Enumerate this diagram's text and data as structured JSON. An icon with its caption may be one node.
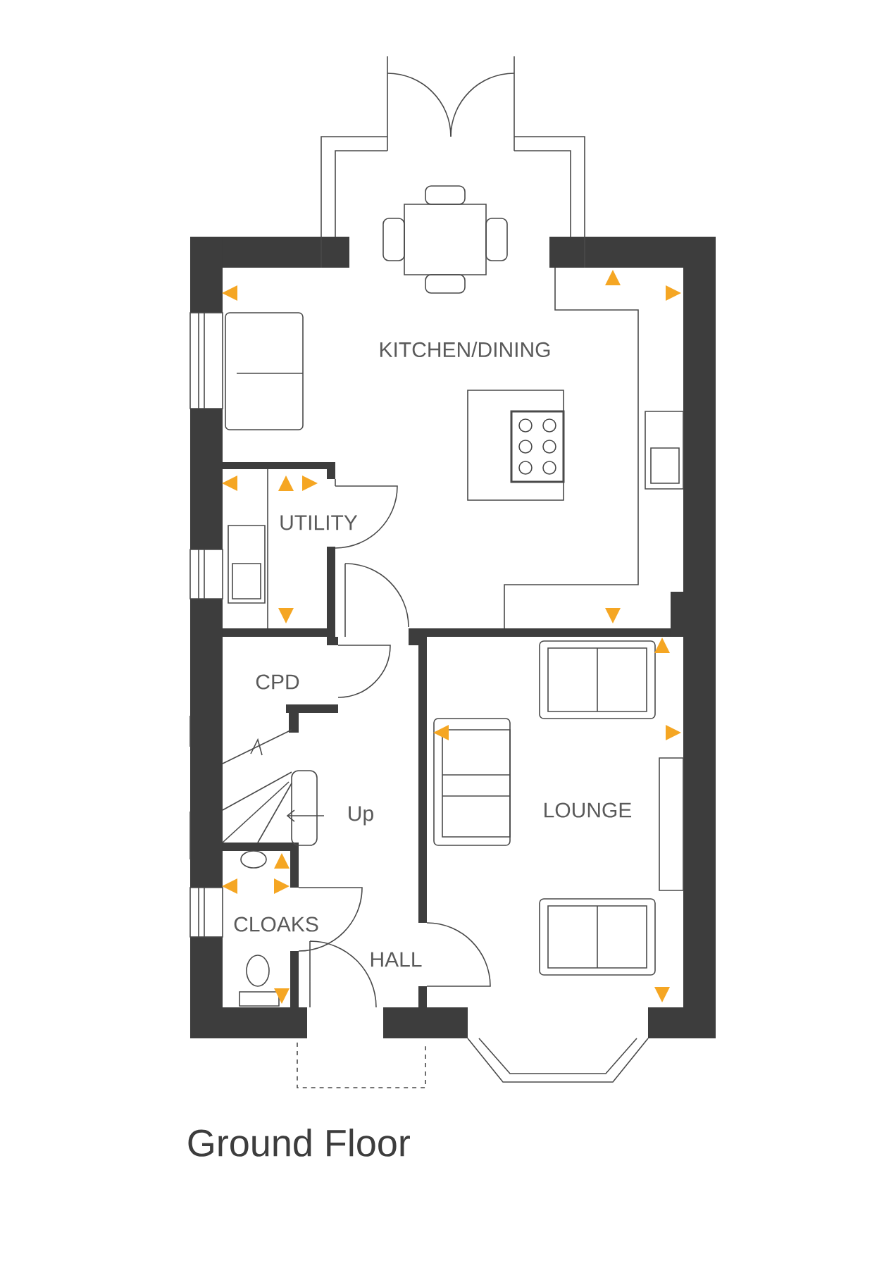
{
  "diagram": {
    "caption": "Ground Floor",
    "labels": [
      "KITCHEN/DINING",
      "UTILITY",
      "CPD",
      "Up",
      "LOUNGE",
      "CLOAKS",
      "HALL"
    ]
  }
}
